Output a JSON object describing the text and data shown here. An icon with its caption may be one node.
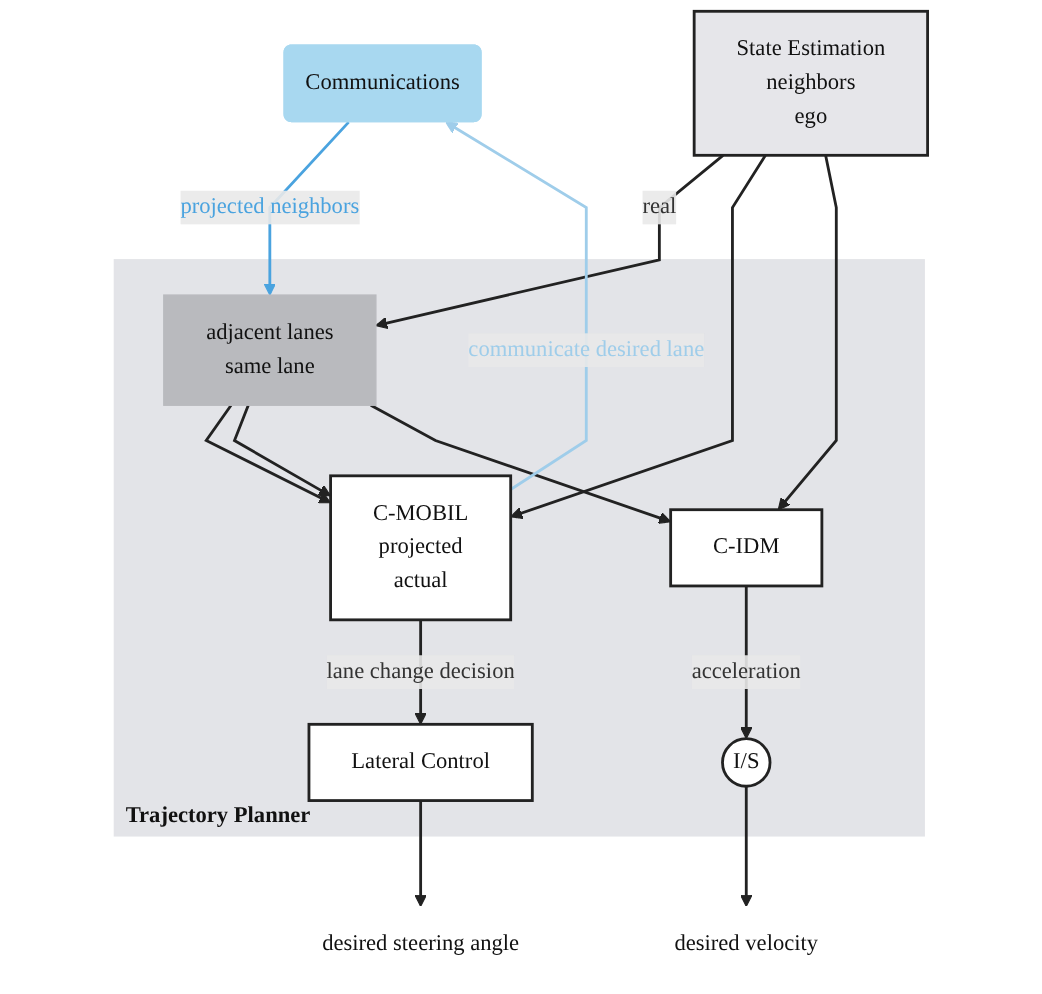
{
  "diagram": {
    "nodes": [
      {
        "text": [
          "Communications"
        ]
      },
      {
        "text": [
          "State Estimation",
          "neighbors",
          "ego"
        ]
      },
      {
        "text": [
          "Trajectory Planner"
        ]
      },
      {
        "text": [
          "adjacent lanes",
          "same lane"
        ],
        "in": 2
      },
      {
        "text": [
          "C-MOBIL",
          "projected",
          "actual"
        ],
        "in": 2
      },
      {
        "text": [
          "C-IDM"
        ],
        "in": 2
      },
      {
        "text": [
          "Lateral Control"
        ],
        "in": 2
      },
      {
        "text": [
          "I/S"
        ],
        "in": 2
      },
      {
        "text": [
          "desired steering angle"
        ]
      },
      {
        "text": [
          "desired velocity"
        ]
      }
    ],
    "edges": [
      {
        "from": 0,
        "to": 3,
        "arrow": "to",
        "label": "projected neighbors",
        "color": "#4aa3df"
      },
      {
        "from": 1,
        "to": 3,
        "arrow": "to",
        "label": "real"
      },
      {
        "from": 3,
        "to": 4,
        "arrow": "to"
      },
      {
        "from": 3,
        "to": 4,
        "arrow": "to"
      },
      {
        "from": 3,
        "to": 5,
        "arrow": "to"
      },
      {
        "from": 1,
        "to": 4,
        "arrow": "to"
      },
      {
        "from": 1,
        "to": 5,
        "arrow": "to"
      },
      {
        "from": 4,
        "to": 0,
        "arrow": "to",
        "label": "communicate desired lane",
        "color": "#9fcdea"
      },
      {
        "from": 4,
        "to": 6,
        "arrow": "to",
        "label": "lane change decision"
      },
      {
        "from": 5,
        "to": 7,
        "arrow": "to",
        "label": "acceleration"
      },
      {
        "from": 6,
        "to": 8,
        "arrow": "to"
      },
      {
        "from": 7,
        "to": 9,
        "arrow": "to"
      }
    ]
  }
}
